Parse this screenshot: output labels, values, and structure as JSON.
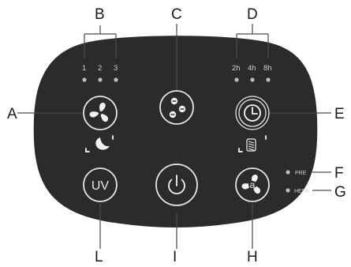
{
  "callouts": {
    "A": "A",
    "B": "B",
    "C": "C",
    "D": "D",
    "E": "E",
    "F": "F",
    "G": "G",
    "H": "H",
    "I": "I",
    "L": "L"
  },
  "fan_speed_levels": [
    "1",
    "2",
    "3"
  ],
  "timer_options": [
    "2h",
    "4h",
    "8h"
  ],
  "filter_indicators": {
    "pre": "PRE",
    "hepa": "HEPA"
  },
  "uv_button_label": "UV",
  "icons": {
    "fan_speed": "fan-icon",
    "mode": "mode-dots-icon",
    "timer": "clock-icon",
    "uv": "uv-label",
    "power": "power-icon",
    "auto": "auto-fan-icon",
    "sleep": "moon-icon",
    "filter": "filter-icon"
  },
  "colors": {
    "panel": "#2b2b2b",
    "button_ring": "#e6e6e6",
    "indicator": "#bdbdbd"
  }
}
